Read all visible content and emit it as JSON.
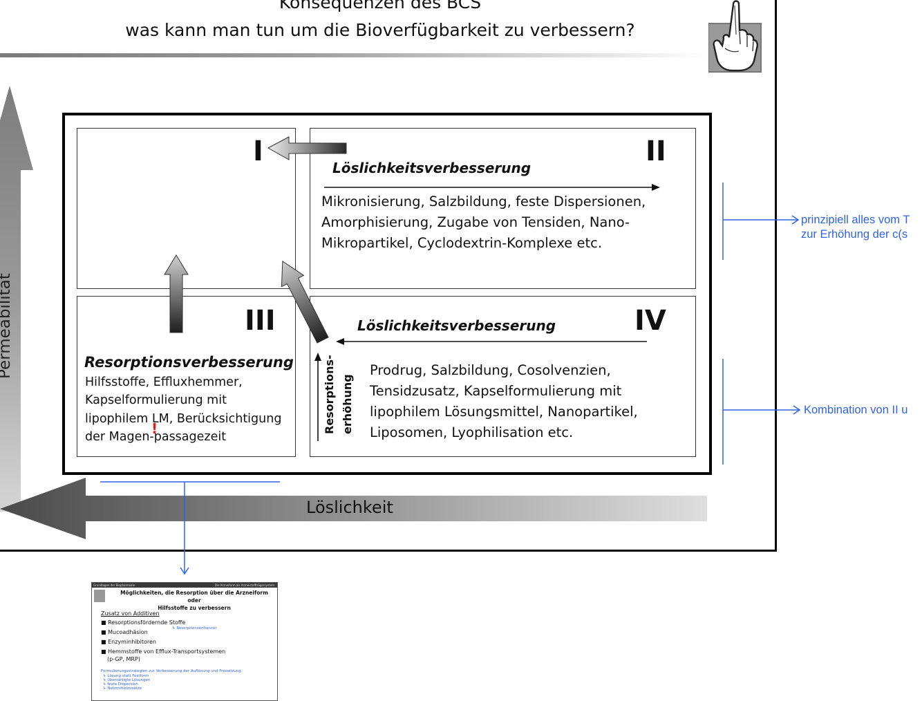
{
  "slide": {
    "title_line1": "Konsequenzen des BCS",
    "title_line2": "was kann man tun um die Bioverfügbarkeit zu verbessern?"
  },
  "axes": {
    "y_label": "Permeabilität",
    "x_label": "Löslichkeit"
  },
  "classes": {
    "class1": {
      "numeral": "I"
    },
    "class2": {
      "numeral": "II",
      "heading": "Löslichkeitsverbesserung",
      "lines": [
        "Mikronisierung, Salzbildung, feste Dispersionen,",
        "Amorphisierung, Zugabe von Tensiden, Nano-",
        "Mikropartikel, Cyclodextrin-Komplexe etc."
      ]
    },
    "class3": {
      "numeral": "III",
      "heading": "Resorptionsverbesserung",
      "lines": [
        "Hilfsstoffe, Effluxhemmer,",
        "Kapselformulierung mit",
        "lipophilem LM, Berücksichtigung",
        "der Magen-passagezeit"
      ],
      "red_mark": "!"
    },
    "class4": {
      "numeral": "IV",
      "heading": "Löslichkeitsverbesserung",
      "side_label_1": "Resorptions-",
      "side_label_2": "erhöhung",
      "lines": [
        "Prodrug, Salzbildung, Cosolvenzien,",
        "Tensidzusatz, Kapselformulierung mit",
        "lipophilem Lösungsmittel, Nanopartikel,",
        "Liposomen, Lyophilisation etc."
      ]
    }
  },
  "annotations": {
    "note1_line1": "prinzipiell alles vom T",
    "note1_line2": "zur Erhöhung der c(s",
    "note2": "Kombination von II u"
  },
  "thumbnail": {
    "header_left": "Grundlagen der Biopharmazie",
    "header_right": "Die Arzneiform als Arzneistoffträgersystem",
    "title_line1": "Möglichkeiten, die Resorption über die Arzneiform oder",
    "title_line2": "Hilfsstoffe zu verbessern",
    "section": "Zusatz von Additiven",
    "items": [
      "Resorptionsfördernde Stoffe",
      "Mucoadhäsion",
      "Enzyminhibitoren",
      "Hemmstoffe von Efflux-Transportsystemen",
      "(p-GP, MRP)"
    ],
    "item1_note": "↳ Resorptionsenhancer",
    "blue_heading": "Formulierungsstrategien zur Verbesserung der Auflösung und Freisetzung",
    "blue_items": [
      "↳ Lösung statt Festform",
      "↳ übersättigte Lösungen",
      "↳ feste Dispersion",
      "↳ Netzmittelzusätze"
    ]
  },
  "colors": {
    "annotation_blue": "#2f62e6",
    "red_mark": "#e31b1b"
  }
}
